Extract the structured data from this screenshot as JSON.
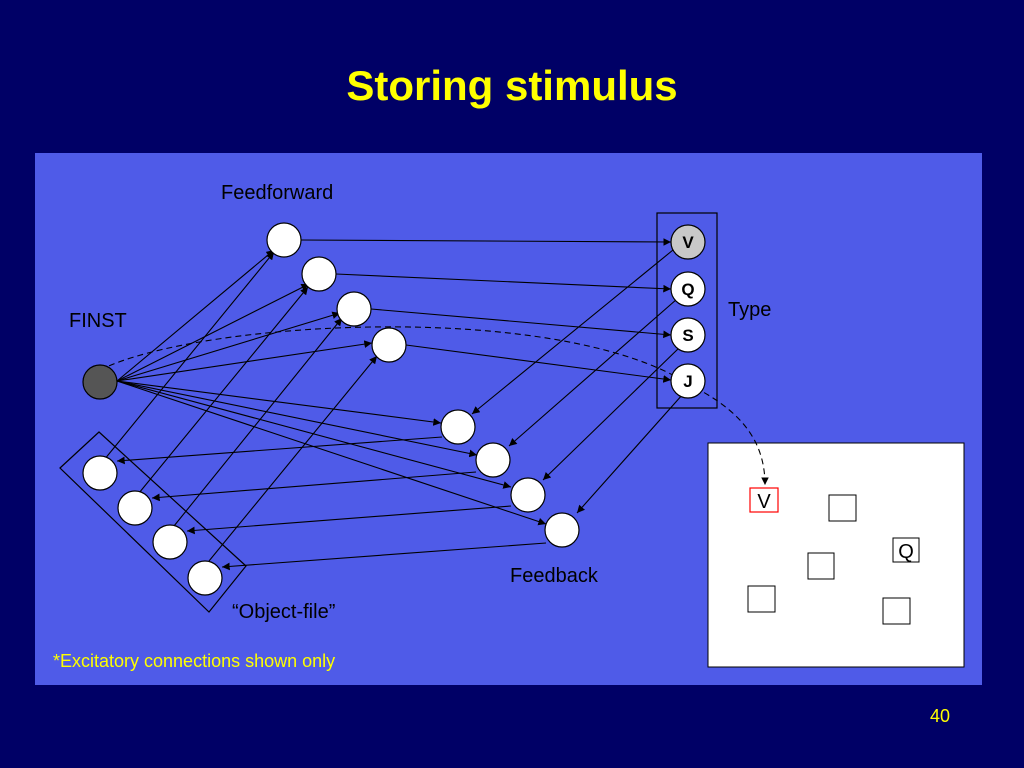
{
  "slide": {
    "title": "Storing stimulus",
    "page_number": "40"
  },
  "diagram": {
    "labels": {
      "feedforward": "Feedforward",
      "finst": "FINST",
      "type": "Type",
      "feedback": "Feedback",
      "object_file": "“Object-file”",
      "footnote": "*Excitatory connections shown only"
    },
    "type_nodes": [
      "V",
      "Q",
      "S",
      "J"
    ],
    "display_items": [
      "V",
      "Q"
    ]
  },
  "colors": {
    "background": "#000066",
    "panel": "#4F5BE8",
    "title": "#FFFF00",
    "footnote": "#FFFF00",
    "highlight_box": "#FF0000",
    "finst_node": "#555555",
    "selected_type_node": "#C8C8C8"
  }
}
